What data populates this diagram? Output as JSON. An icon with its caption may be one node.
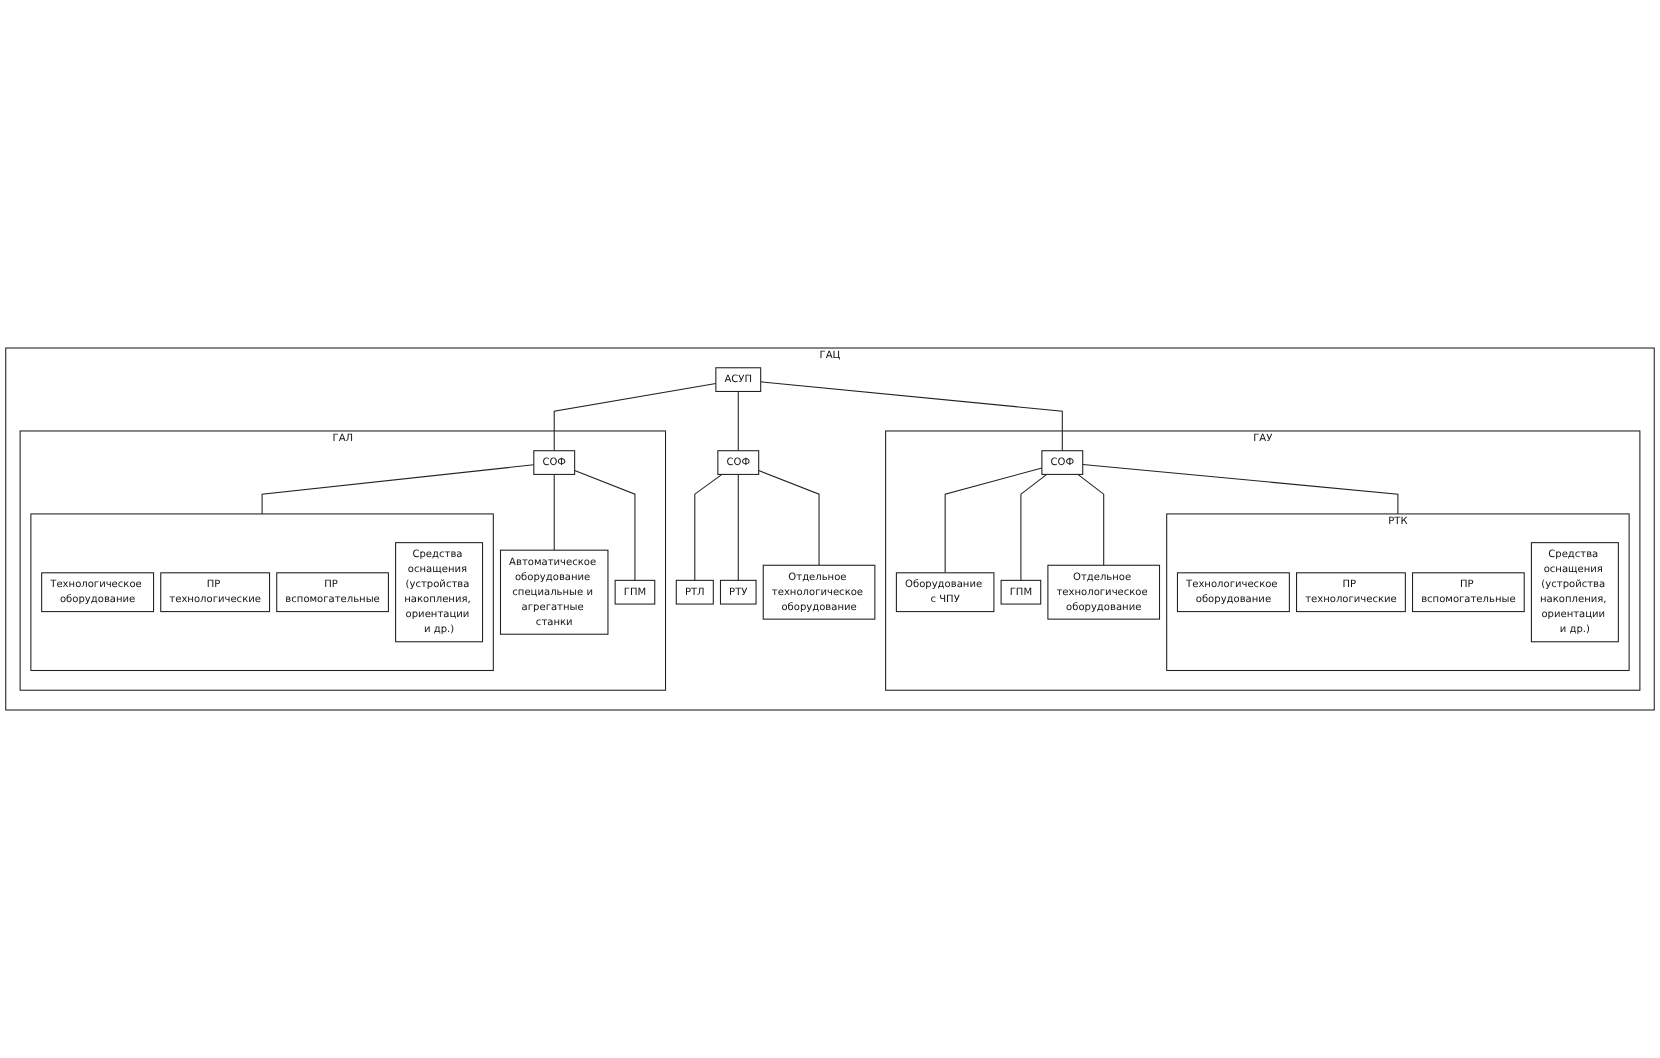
{
  "diagram": {
    "nodes": [
      {
        "text": [
          "ГАЦ"
        ]
      },
      {
        "text": [
          "АСУП"
        ],
        "in": 0
      },
      {
        "text": [
          "ГАУ"
        ],
        "in": 0
      },
      {
        "text": [
          "СОФ"
        ],
        "in": 2
      },
      {
        "text": [
          "Оборудование с ЧПУ"
        ],
        "in": 2
      },
      {
        "text": [
          "РТК"
        ],
        "in": 2
      },
      {
        "text": [
          "Технологическое оборудование"
        ],
        "in": 5
      },
      {
        "text": [
          "ПР технологические"
        ],
        "in": 5
      },
      {
        "text": [
          "ПР вспомогательные"
        ],
        "in": 5
      },
      {
        "text": [
          "Средства оснащения (устройства накопления, ориентации и др.)"
        ],
        "in": 5
      },
      {
        "text": [
          "ГПМ"
        ],
        "in": 2
      },
      {
        "text": [
          "Отдельное технологическое оборудование"
        ],
        "in": 2
      },
      {
        "text": [
          "СОФ"
        ],
        "in": 0
      },
      {
        "text": [
          "РТЛ"
        ],
        "in": 0
      },
      {
        "text": [
          "РТУ"
        ],
        "in": 0
      },
      {
        "text": [
          "Отдельное технологическое оборудование"
        ],
        "in": 0
      },
      {
        "text": [
          "ГАЛ"
        ],
        "in": 0
      },
      {
        "text": [
          "СОФ"
        ],
        "in": 16
      },
      {
        "text": [
          "Автоматическое оборудование специальные и агрегатные станки"
        ],
        "in": 16
      },
      {
        "text": [],
        "shape": "box",
        "in": 16
      },
      {
        "text": [
          "Технологическое оборудование"
        ],
        "in": 19
      },
      {
        "text": [
          "ПР технологические"
        ],
        "in": 19
      },
      {
        "text": [
          "ПР вспомогательные"
        ],
        "in": 19
      },
      {
        "text": [
          "Средства оснащения (устройства накопления, ориентации и др.)"
        ],
        "in": 19
      },
      {
        "text": [
          "ГПМ"
        ],
        "in": 16
      }
    ],
    "edges": [
      {
        "from": 1,
        "to": 3,
        "arrow": "none"
      },
      {
        "from": 1,
        "to": 12,
        "arrow": "none"
      },
      {
        "from": 1,
        "to": 17,
        "arrow": "none"
      },
      {
        "from": 3,
        "to": 4,
        "arrow": "none"
      },
      {
        "from": 3,
        "to": 5,
        "arrow": "none"
      },
      {
        "from": 3,
        "to": 10,
        "arrow": "none"
      },
      {
        "from": 3,
        "to": 11,
        "arrow": "none"
      },
      {
        "from": 12,
        "to": 13,
        "arrow": "none"
      },
      {
        "from": 12,
        "to": 14,
        "arrow": "none"
      },
      {
        "from": 12,
        "to": 15,
        "arrow": "none"
      },
      {
        "from": 17,
        "to": 18,
        "arrow": "none"
      },
      {
        "from": 17,
        "to": 19,
        "arrow": "none"
      },
      {
        "from": 17,
        "to": 24,
        "arrow": "none"
      }
    ]
  }
}
